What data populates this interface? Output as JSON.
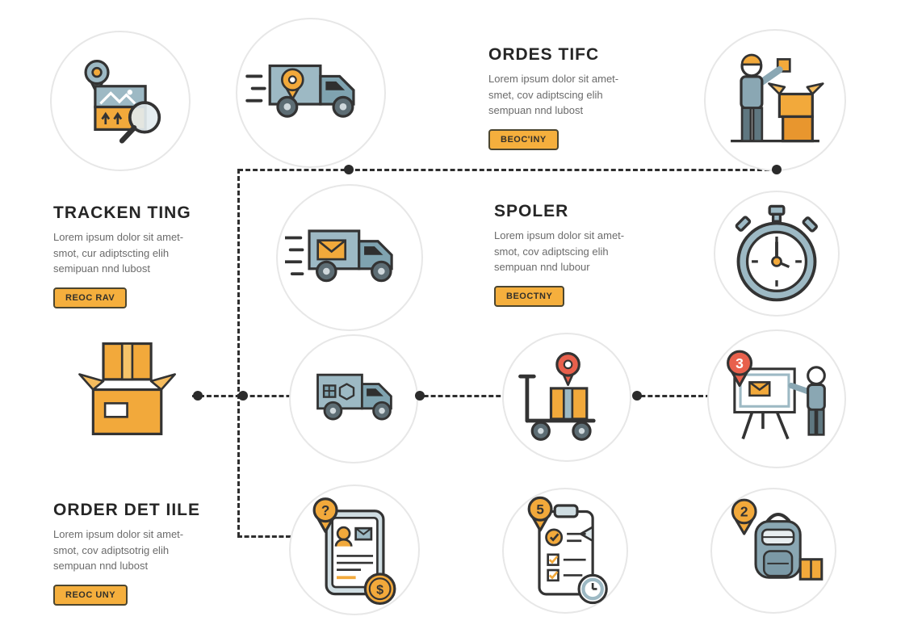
{
  "infographic": {
    "sections": {
      "order_status": {
        "title": "ORDES TIFC",
        "body": "Lorem ipsum dolor sit amet- smet, cov adiptscing elih sempuan nnd lubost",
        "button_label": "BEOC'INY"
      },
      "tracking": {
        "title": "TRACKEN TING",
        "body": "Lorem ipsum dolor sit amet- smot, cur adiptscting elih semipuan nnd lubost",
        "button_label": "REOC RAV"
      },
      "spoler": {
        "title": "SPOLER",
        "body": "Lorem ipsum dolor sit amet- smot, cov adiptscing elih sempuan nnd lubour",
        "button_label": "BEOCTNY"
      },
      "order_details": {
        "title": "ORDER DET IILE",
        "body": "Lorem ipsum dolor sit amet- smot, cov adiptsotrig elih sempuan nnd lubost",
        "button_label": "REOC UNY"
      }
    },
    "badges": {
      "board_pin": "3",
      "checklist_pin": "5",
      "backpack_pin": "2",
      "document_pin": "?",
      "price_badge": "$"
    },
    "icons": [
      "package-search",
      "delivery-truck-pin",
      "person-packing",
      "fast-truck-envelope",
      "stopwatch",
      "stacked-boxes",
      "truck-packages",
      "hand-trolley",
      "presentation-board",
      "order-document",
      "checklist",
      "backpack"
    ],
    "colors": {
      "orange": "#f2a93b",
      "teal": "#9db9c4",
      "dark_teal": "#7fa3b0",
      "outline": "#333333",
      "pin_red": "#e8604c",
      "circle_border": "#e7e7e7",
      "connector": "#2f2f2f"
    }
  }
}
